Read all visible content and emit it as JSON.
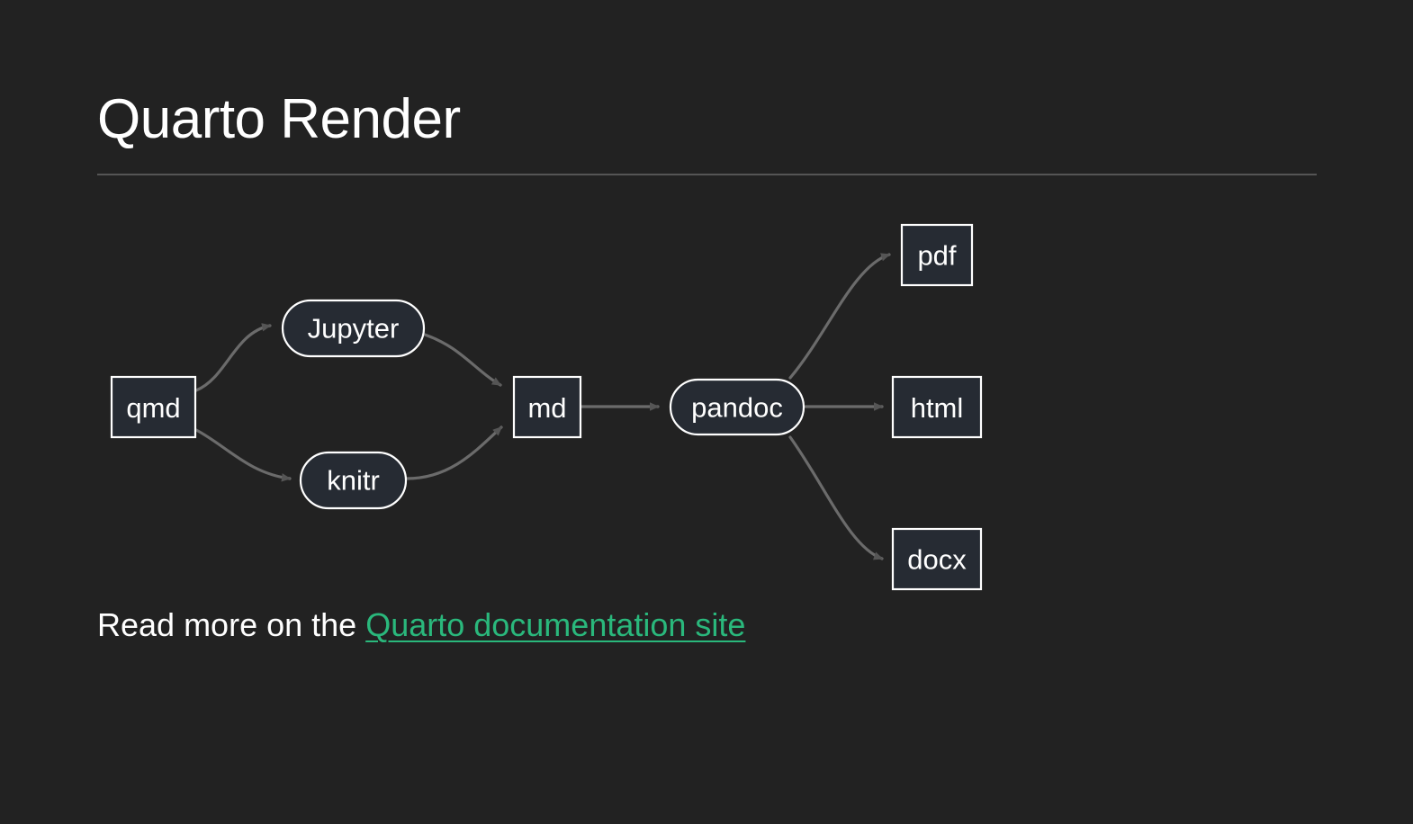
{
  "slide": {
    "title": "Quarto Render",
    "background_color": "#222222",
    "rule_color": "#555555",
    "text_color": "#ffffff"
  },
  "diagram": {
    "type": "flowchart",
    "direction": "left-to-right",
    "node_fill": "#262b33",
    "node_stroke": "#ffffff",
    "edge_color": "#6b6b6b",
    "arrowhead_color": "#555555",
    "nodes": [
      {
        "id": "qmd",
        "label": "qmd",
        "shape": "rect"
      },
      {
        "id": "jupyter",
        "label": "Jupyter",
        "shape": "stadium"
      },
      {
        "id": "knitr",
        "label": "knitr",
        "shape": "stadium"
      },
      {
        "id": "md",
        "label": "md",
        "shape": "rect"
      },
      {
        "id": "pandoc",
        "label": "pandoc",
        "shape": "stadium"
      },
      {
        "id": "pdf",
        "label": "pdf",
        "shape": "rect"
      },
      {
        "id": "html",
        "label": "html",
        "shape": "rect"
      },
      {
        "id": "docx",
        "label": "docx",
        "shape": "rect"
      }
    ],
    "edges": [
      {
        "from": "qmd",
        "to": "jupyter"
      },
      {
        "from": "qmd",
        "to": "knitr"
      },
      {
        "from": "jupyter",
        "to": "md"
      },
      {
        "from": "knitr",
        "to": "md"
      },
      {
        "from": "md",
        "to": "pandoc"
      },
      {
        "from": "pandoc",
        "to": "pdf"
      },
      {
        "from": "pandoc",
        "to": "html"
      },
      {
        "from": "pandoc",
        "to": "docx"
      }
    ]
  },
  "footer": {
    "read_more_prefix": "Read more on the ",
    "link_label": "Quarto documentation site",
    "link_color": "#2AB87C"
  }
}
